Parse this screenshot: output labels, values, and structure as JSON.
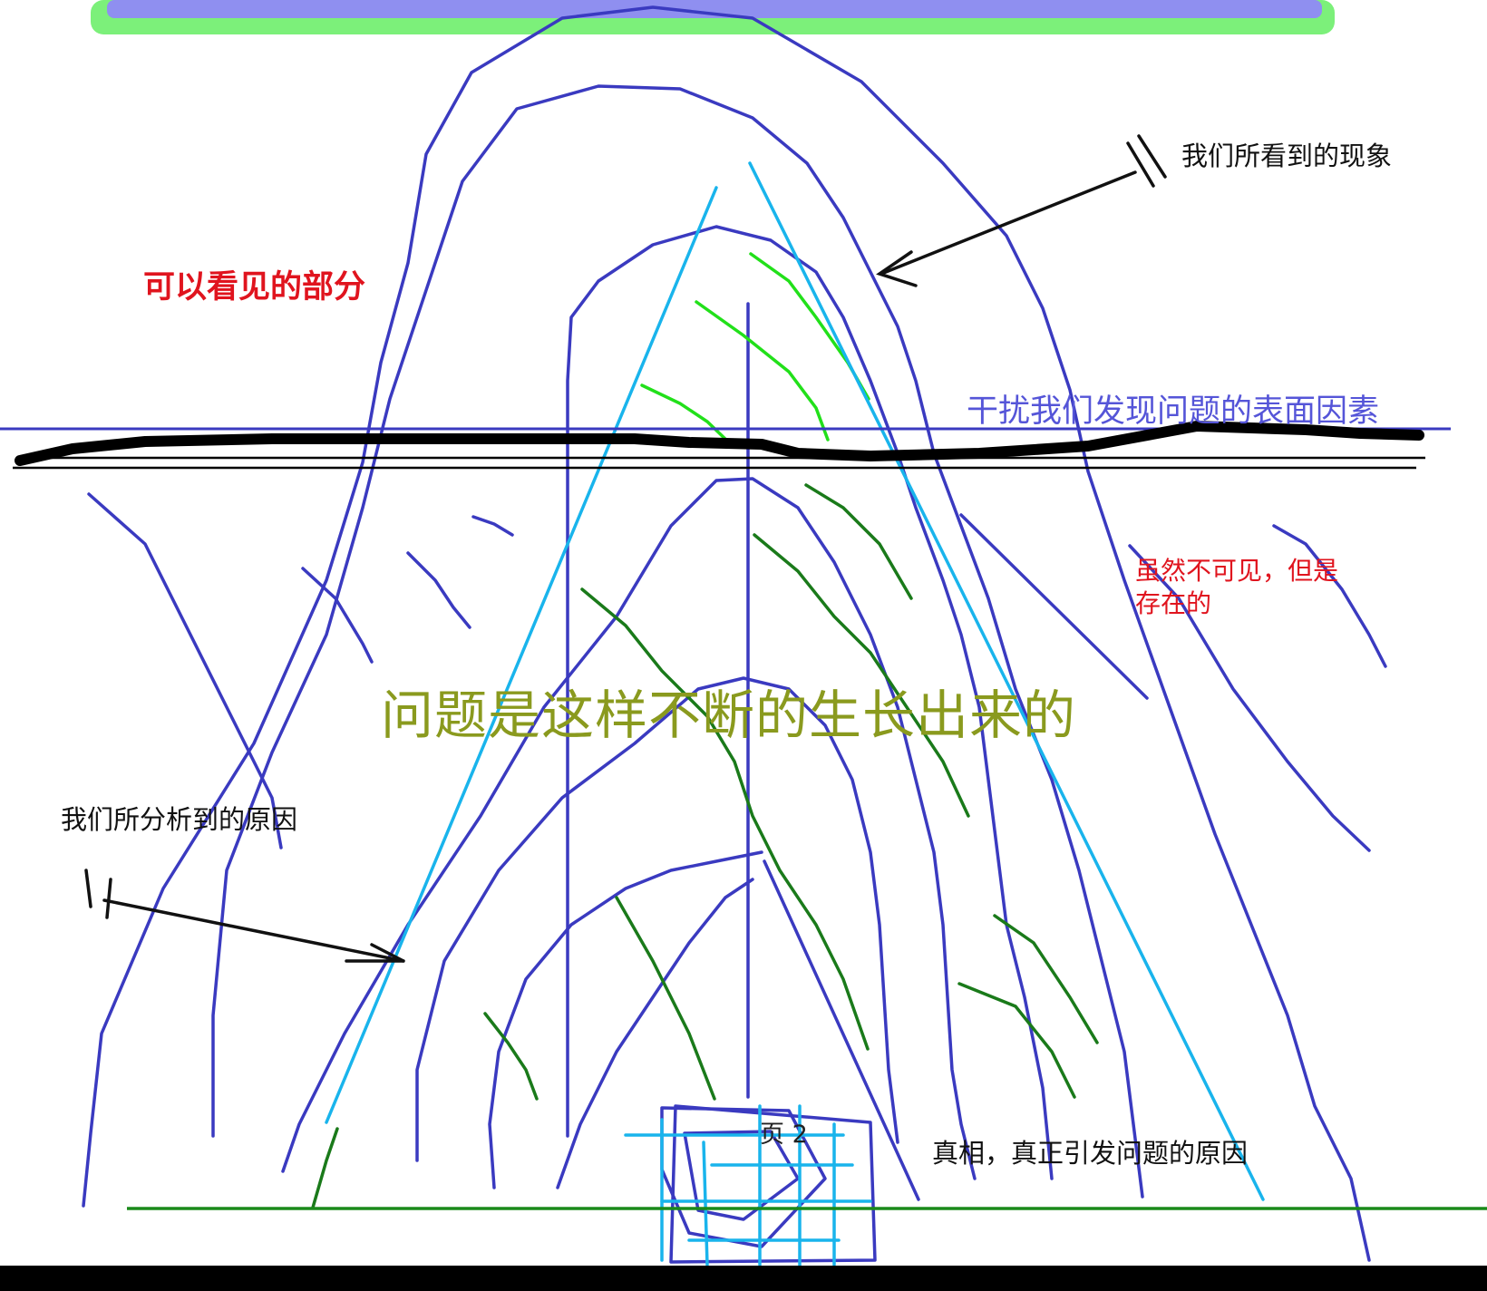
{
  "labels": {
    "title": "问题是这样不断的生长出来的",
    "visible_part": "可以看见的部分",
    "phenomenon": "我们所看到的现象",
    "surface_factors": "干扰我们发现问题的表面因素",
    "invisible_exists": "虽然不可见，但是存在的",
    "analyzed_cause": "我们所分析到的原因",
    "truth": "真相，真正引发问题的原因",
    "page_marker": "页 2"
  },
  "colors": {
    "curves": "#3a3ac0",
    "light_blue": "#19b4ec",
    "green_light": "#22e01a",
    "green_dark": "#1a7a1a",
    "ground_line": "#1a8a1a",
    "title_olive": "#8a9a1e",
    "red": "#e0141e",
    "surface_blue": "#5555d8"
  }
}
